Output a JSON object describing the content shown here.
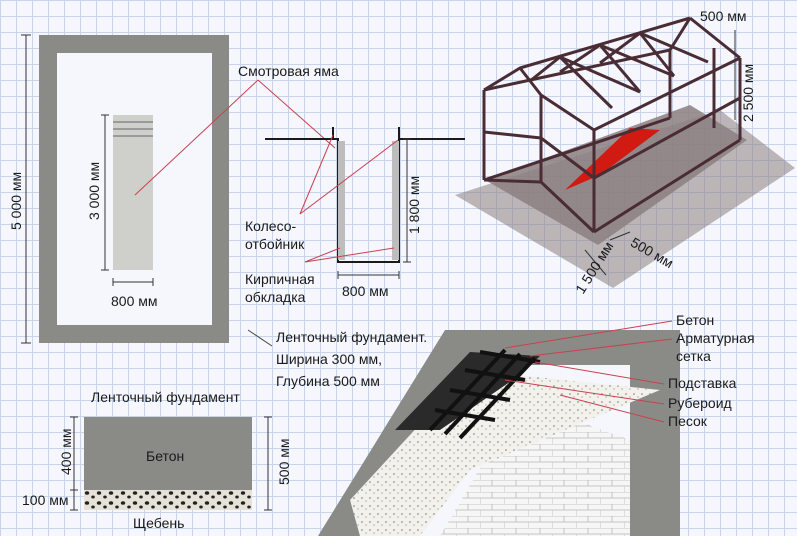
{
  "labels": {
    "inspection_pit": "Смотровая яма",
    "pit_length": "3 000 мм",
    "garage_length": "5 000 мм",
    "pit_width": "800 мм",
    "wheel_guard_line1": "Колесо-",
    "wheel_guard_line2": "отбойник",
    "pit_depth": "1 800 мм",
    "brick_lining_line1": "Кирпичная",
    "brick_lining_line2": "обкладка",
    "section_width": "800 мм",
    "frame_top": "500 мм",
    "frame_height": "2 500 мм",
    "frame_side": "500 мм",
    "frame_base": "1 500 мм",
    "strip_foundation_line1": "Ленточный фундамент.",
    "strip_foundation_line2": "Ширина 300 мм,",
    "strip_foundation_line3": "Глубина 500 мм",
    "strip_foundation_title": "Ленточный фундамент",
    "concrete_block": "Бетон",
    "concrete_height": "400 мм",
    "total_depth": "500 мм",
    "gravel_height": "100 мм",
    "gravel": "Щебень",
    "layer_concrete": "Бетон",
    "layer_mesh_line1": "Арматурная",
    "layer_mesh_line2": "сетка",
    "layer_support": "Подставка",
    "layer_ruberoid": "Рубероид",
    "layer_sand": "Песок"
  },
  "colors": {
    "foundation": "#8a8b87",
    "pit_fill": "#cfd0cc",
    "pit_red": "#d11a12",
    "frame": "#4a2c34",
    "ground": "#8b7f80",
    "leader": "#c9414f",
    "gravel": "#e6e2d8"
  }
}
